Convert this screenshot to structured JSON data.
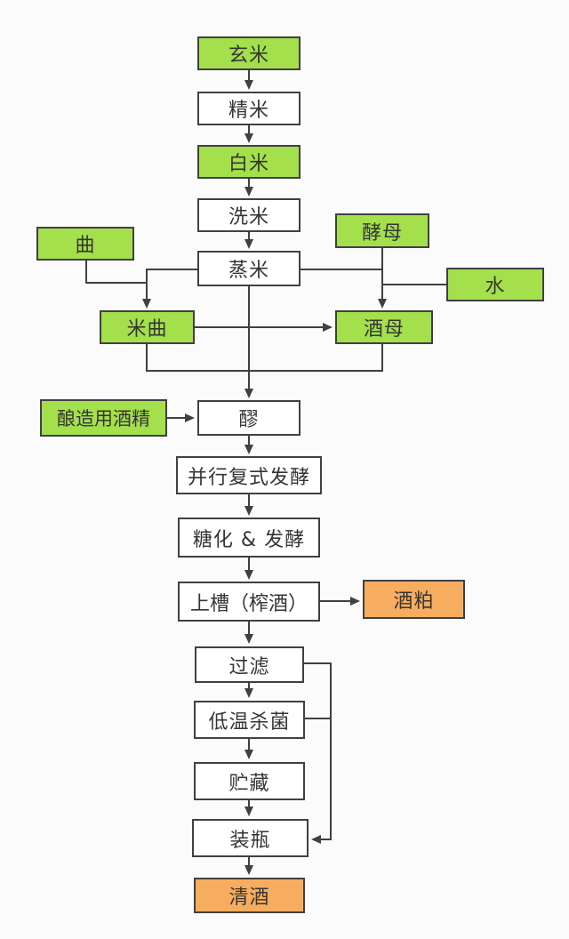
{
  "diagram": {
    "subject": "sake-brewing-process-flowchart",
    "colors": {
      "line": "#404040",
      "material": "#a3e04c",
      "output": "#f7ad5f",
      "process": "#ffffff",
      "bg": "#fbfbfb",
      "text": "#353535"
    },
    "nodes": {
      "brown_rice": {
        "label": "玄米",
        "type": "material"
      },
      "rice_polishing": {
        "label": "精米",
        "type": "process"
      },
      "white_rice": {
        "label": "白米",
        "type": "material"
      },
      "rice_washing": {
        "label": "洗米",
        "type": "process"
      },
      "rice_steaming": {
        "label": "蒸米",
        "type": "process"
      },
      "koji": {
        "label": "曲",
        "type": "material"
      },
      "yeast": {
        "label": "酵母",
        "type": "material"
      },
      "water": {
        "label": "水",
        "type": "material"
      },
      "rice_koji": {
        "label": "米曲",
        "type": "material"
      },
      "shubo": {
        "label": "酒母",
        "type": "material"
      },
      "brewing_alcohol": {
        "label": "酿造用酒精",
        "type": "material"
      },
      "moromi": {
        "label": "醪",
        "type": "process"
      },
      "parallel_fermentation": {
        "label": "并行复式发酵",
        "type": "process"
      },
      "saccharification_fermentation": {
        "label": "糖化 & 发酵",
        "type": "process"
      },
      "pressing": {
        "label": "上槽（榨酒）",
        "type": "process"
      },
      "sake_lees": {
        "label": "酒粕",
        "type": "output"
      },
      "filtration": {
        "label": "过滤",
        "type": "process"
      },
      "pasteurization": {
        "label": "低温杀菌",
        "type": "process"
      },
      "storage": {
        "label": "贮藏",
        "type": "process"
      },
      "bottling": {
        "label": "装瓶",
        "type": "process"
      },
      "sake": {
        "label": "清酒",
        "type": "output"
      }
    },
    "edges": [
      {
        "from": "brown_rice",
        "to": "rice_polishing"
      },
      {
        "from": "rice_polishing",
        "to": "white_rice"
      },
      {
        "from": "white_rice",
        "to": "rice_washing"
      },
      {
        "from": "rice_washing",
        "to": "rice_steaming"
      },
      {
        "from": "rice_steaming",
        "to": "moromi"
      },
      {
        "from": "rice_steaming",
        "to": "rice_koji"
      },
      {
        "from": "koji",
        "to": "rice_koji"
      },
      {
        "from": "rice_steaming",
        "to": "shubo"
      },
      {
        "from": "yeast",
        "to": "shubo"
      },
      {
        "from": "water",
        "to": "shubo"
      },
      {
        "from": "rice_koji",
        "to": "shubo"
      },
      {
        "from": "rice_koji",
        "to": "moromi"
      },
      {
        "from": "shubo",
        "to": "moromi"
      },
      {
        "from": "brewing_alcohol",
        "to": "moromi"
      },
      {
        "from": "moromi",
        "to": "parallel_fermentation"
      },
      {
        "from": "parallel_fermentation",
        "to": "saccharification_fermentation"
      },
      {
        "from": "saccharification_fermentation",
        "to": "pressing"
      },
      {
        "from": "pressing",
        "to": "sake_lees"
      },
      {
        "from": "pressing",
        "to": "filtration"
      },
      {
        "from": "filtration",
        "to": "pasteurization"
      },
      {
        "from": "filtration",
        "to": "bottling"
      },
      {
        "from": "pasteurization",
        "to": "storage"
      },
      {
        "from": "pasteurization",
        "to": "bottling"
      },
      {
        "from": "storage",
        "to": "bottling"
      },
      {
        "from": "bottling",
        "to": "sake"
      }
    ]
  }
}
